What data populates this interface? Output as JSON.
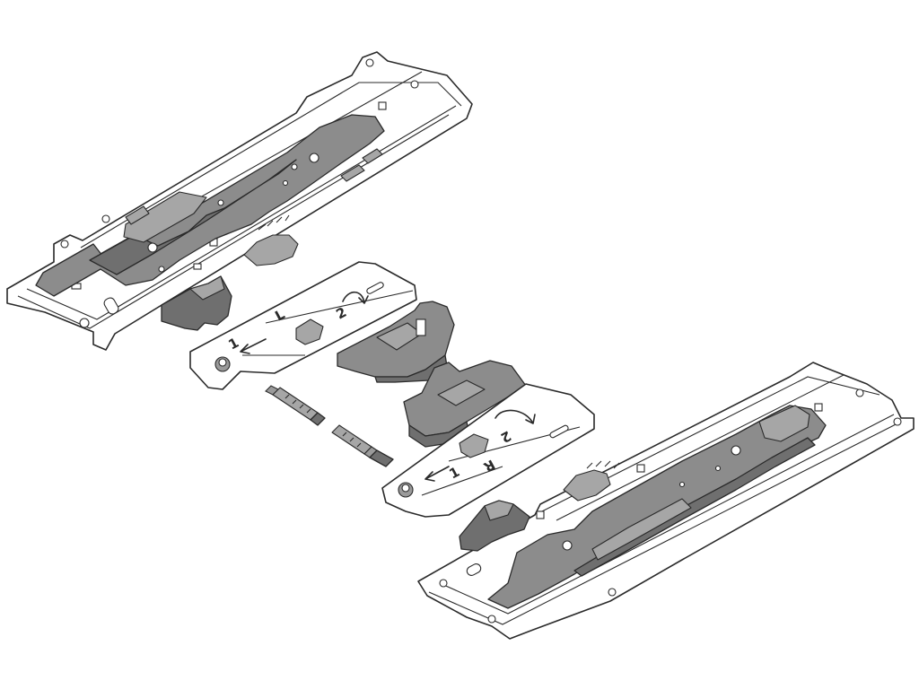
{
  "markings": {
    "left_plate_step": "1",
    "left_plate_rotate": "2",
    "left_plate_side": "L",
    "right_plate_step": "1",
    "right_plate_rotate": "2",
    "right_plate_side": "R"
  },
  "colors": {
    "background": "#ffffff",
    "outline": "#2a2a2a",
    "mechanism": "#8c8c8c",
    "mechanism_dark": "#6f6f6f"
  }
}
